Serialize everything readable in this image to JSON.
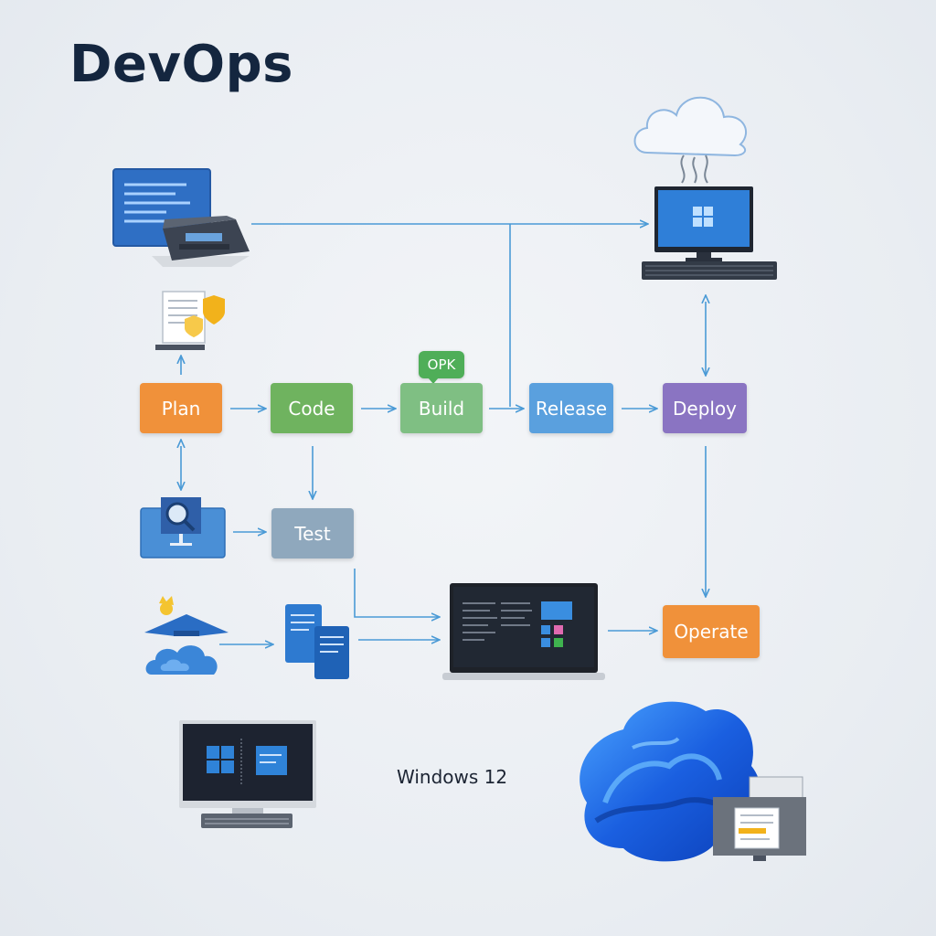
{
  "title": "DevOps",
  "badge": {
    "label": "OPK",
    "color": "#4fae58"
  },
  "stages": {
    "plan": {
      "label": "Plan",
      "color": "#f0913a"
    },
    "code": {
      "label": "Code",
      "color": "#6fb35f"
    },
    "build": {
      "label": "Build",
      "color": "#7fbf83"
    },
    "release": {
      "label": "Release",
      "color": "#5aa0de"
    },
    "deploy": {
      "label": "Deploy",
      "color": "#8a74c2"
    },
    "test": {
      "label": "Test",
      "color": "#8fa8bd"
    },
    "operate": {
      "label": "Operate",
      "color": "#f0913a"
    }
  },
  "caption": "Windows 12",
  "colors": {
    "arrow": "#4a9ad6",
    "title": "#14263f"
  },
  "icons": [
    "code-editor-icon",
    "laptop-icon",
    "cloud-icon",
    "desktop-pc-icon",
    "document-badge-icon",
    "magnifier-monitor-icon",
    "hat-cloud-icon",
    "documents-icon",
    "dashboard-laptop-icon",
    "windows-monitor-icon",
    "windows-bloom-icon",
    "file-window-icon"
  ]
}
